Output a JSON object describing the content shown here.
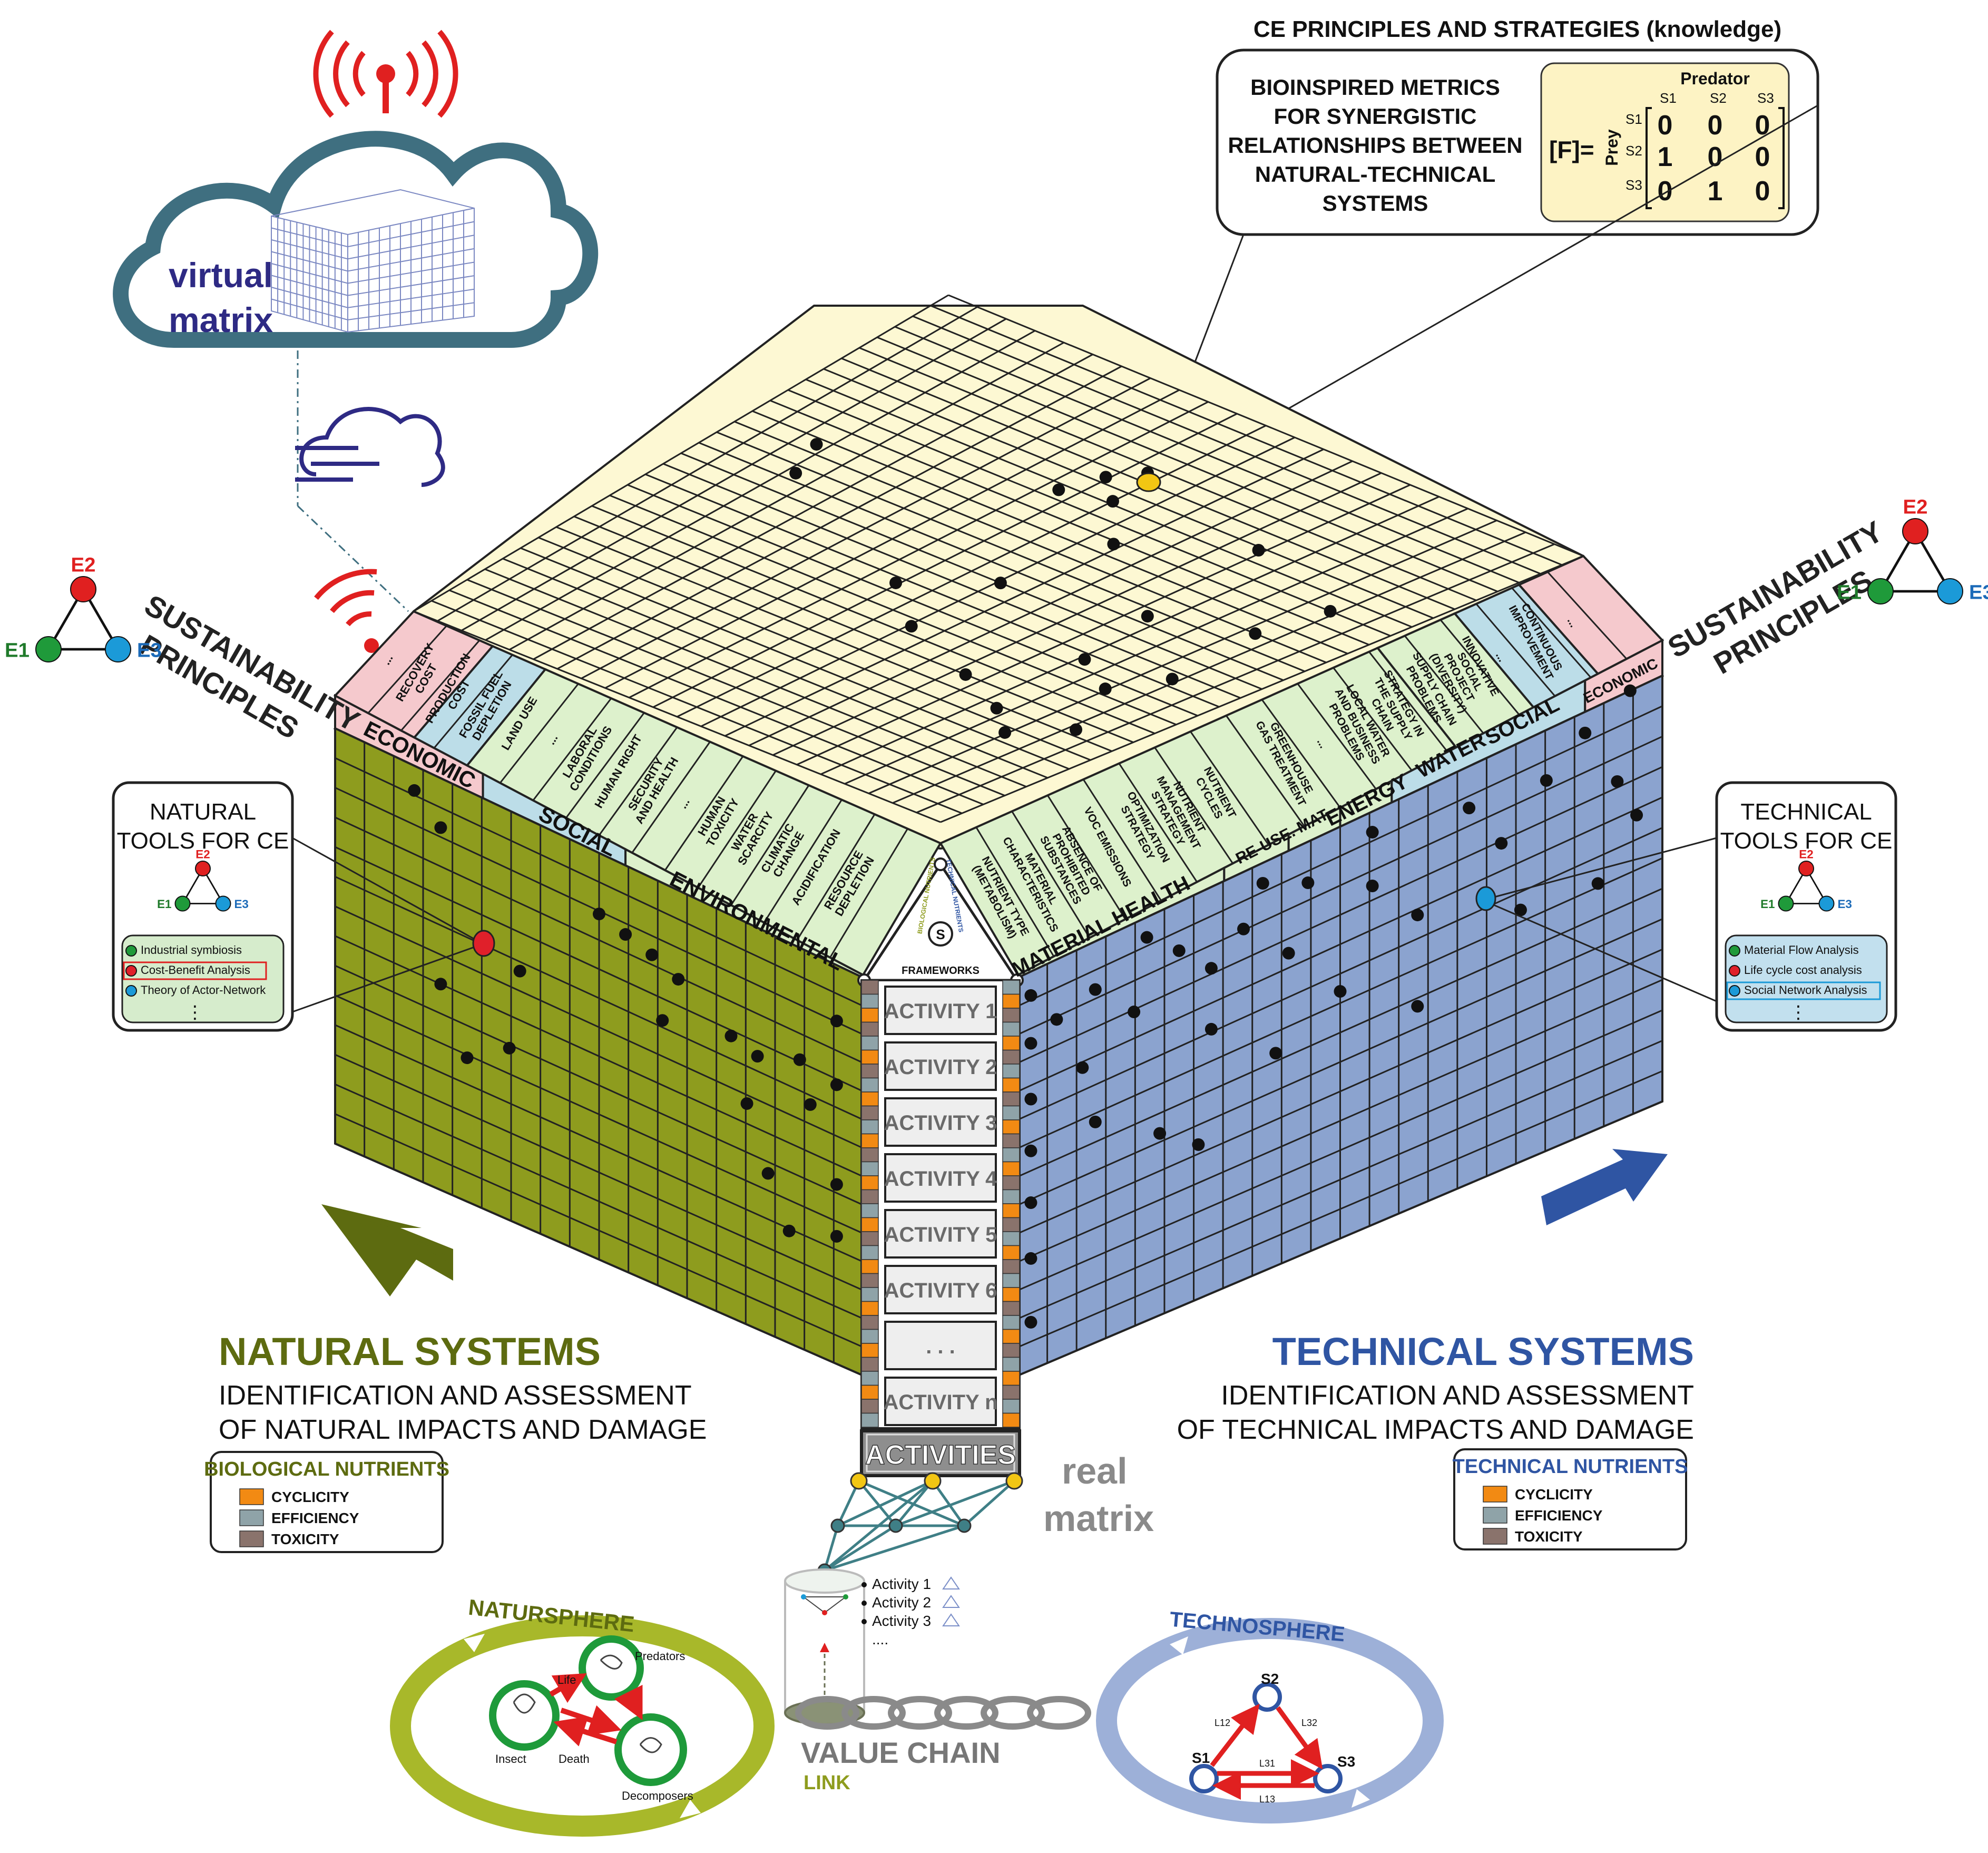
{
  "colors": {
    "natural": "#8e9c1e",
    "natural_dark": "#5d6b10",
    "technical": "#8ba3cf",
    "technical_dark": "#2f55a3",
    "top": "#fdf8d3",
    "economic": "#f5c9cd",
    "social": "#bcdde8",
    "environmental": "#ddf1cc",
    "cloud": "#3f6f80",
    "cyclicity": "#f28a13",
    "efficiency": "#8fa3a8",
    "toxicity": "#8a736c"
  },
  "cloud": {
    "line1": "virtual",
    "line2": "matrix"
  },
  "knowledge": {
    "heading": "CE PRINCIPLES AND STRATEGIES (knowledge)",
    "text_lines": [
      "BIOINSPIRED METRICS",
      "FOR SYNERGISTIC",
      "RELATIONSHIPS  BETWEEN",
      "NATURAL-TECHNICAL",
      "SYSTEMS"
    ],
    "matrix": {
      "label": "[F]=",
      "col_title": "Predator",
      "row_title": "Prey",
      "cols": [
        "S1",
        "S2",
        "S3"
      ],
      "rows": [
        "S1",
        "S2",
        "S3"
      ],
      "values": [
        [
          0,
          0,
          0
        ],
        [
          1,
          0,
          0
        ],
        [
          0,
          1,
          0
        ]
      ]
    }
  },
  "sustainability_left": {
    "line1": "SUSTAINABILITY",
    "line2": "PRINCIPLES"
  },
  "sustainability_right": {
    "line1": "SUSTAINABILITY",
    "line2": "PRINCIPLES"
  },
  "triangle": {
    "e1": "E1",
    "e2": "E2",
    "e3": "E3"
  },
  "left_categories": {
    "economic": "ECONOMIC",
    "social": "SOCIAL",
    "environmental": "ENVIRONMENTAL"
  },
  "left_indicators": {
    "economic": [
      "...",
      "RECOVERY COST",
      "PRODUCTION COST",
      "FOSSIL FUEL DEPLETION",
      "LAND USE"
    ],
    "social": [
      "...",
      "LABORAL CONDITIONS",
      "HUMAN RIGHT",
      "SECURITY AND HEALTH"
    ],
    "environmental": [
      "...",
      "HUMAN TOXICITY",
      "WATER SCARCITY",
      "CLIMATIC CHANGE",
      "ACIDIFICATION",
      "RESOURCE DEPLETION"
    ]
  },
  "right_categories": {
    "material_health": "MATERIAL HEALTH",
    "reuse": "RE-USE. MAT.",
    "energy": "ENERGY",
    "water": "WATER",
    "social": "SOCIAL",
    "economic": "ECONOMIC"
  },
  "right_indicators": {
    "material_health": [
      "NUTRIENT TYPE (METABOLISM)",
      "MATERIAL CHARACTERISTICS",
      "ABSENCE OF PROHIBITED SUBSTANCES",
      "VOC EMISSIONS",
      "OPTIMIZATION STRATEGY",
      "NUTRIENT MANAGEMENT STRATEGY",
      "NUTRIENT CYCLES"
    ],
    "energy": [
      "GREENHOUSE GAS TREATMENT",
      "..."
    ],
    "water": [
      "LOCAL WATER AND BUSINESS PROBLEMS",
      "STRATEGY IN THE SUPPLY CHAIN"
    ],
    "social": [
      "SUPPLY CHAIN PROBLEMS",
      "INNOVATIVE SOCIAL PROJECT (DIVERSITY)",
      "..."
    ],
    "economic": [
      "CONTINUOUS IMPROVEMENT",
      "..."
    ]
  },
  "apex": {
    "s_label": "S",
    "bio_label": "BIOLOGICAL NUTRIENTS",
    "tech_label": "TECHNICAL NUTRIENTS",
    "frameworks": "FRAMEWORKS"
  },
  "activities": [
    "ACTIVITY 1",
    "ACTIVITY 2",
    "ACTIVITY 3",
    "ACTIVITY 4",
    "ACTIVITY 5",
    "ACTIVITY 6",
    ". . .",
    "ACTIVITY n"
  ],
  "activities_label": "ACTIVITIES",
  "natural_tools": {
    "title_line1": "NATURAL",
    "title_line2": "TOOLS FOR CE",
    "items": [
      "Industrial symbiosis",
      "Cost-Benefit Analysis",
      "Theory of Actor-Network"
    ],
    "item_colors": [
      "#1f9a3a",
      "#e0202a",
      "#1b9ad8"
    ],
    "more": "⋮"
  },
  "technical_tools": {
    "title_line1": "TECHNICAL",
    "title_line2": "TOOLS FOR CE",
    "items": [
      "Material Flow Analysis",
      "Life cycle cost analysis",
      "Social Network Analysis"
    ],
    "item_colors": [
      "#1f9a3a",
      "#e0202a",
      "#1b9ad8"
    ],
    "more": "⋮"
  },
  "natural_systems": {
    "title": "NATURAL SYSTEMS",
    "line1": "IDENTIFICATION AND ASSESSMENT",
    "line2": "OF NATURAL IMPACTS AND DAMAGE"
  },
  "technical_systems": {
    "title": "TECHNICAL SYSTEMS",
    "line1": "IDENTIFICATION AND ASSESSMENT",
    "line2": "OF TECHNICAL IMPACTS AND DAMAGE"
  },
  "bio_nutrients": {
    "title": "BIOLOGICAL NUTRIENTS",
    "items": [
      "CYCLICITY",
      "EFFICIENCY",
      "TOXICITY"
    ]
  },
  "tech_nutrients": {
    "title": "TECHNICAL NUTRIENTS",
    "items": [
      "CYCLICITY",
      "EFFICIENCY",
      "TOXICITY"
    ]
  },
  "real_matrix": {
    "line1": "real",
    "line2": "matrix"
  },
  "activity_list": [
    "Activity 1",
    "Activity 2",
    "Activity 3",
    "...."
  ],
  "value_chain": {
    "title": "VALUE CHAIN",
    "link": "LINK"
  },
  "natursphere": {
    "title": "NATURSPHERE",
    "labels": [
      "Life",
      "Predators",
      "Insect",
      "Death",
      "Decomposers"
    ]
  },
  "technosphere": {
    "title": "TECHNOSPHERE",
    "nodes": [
      "S2",
      "S1",
      "S3"
    ],
    "links": [
      "L12",
      "L32",
      "L31",
      "L13"
    ]
  }
}
